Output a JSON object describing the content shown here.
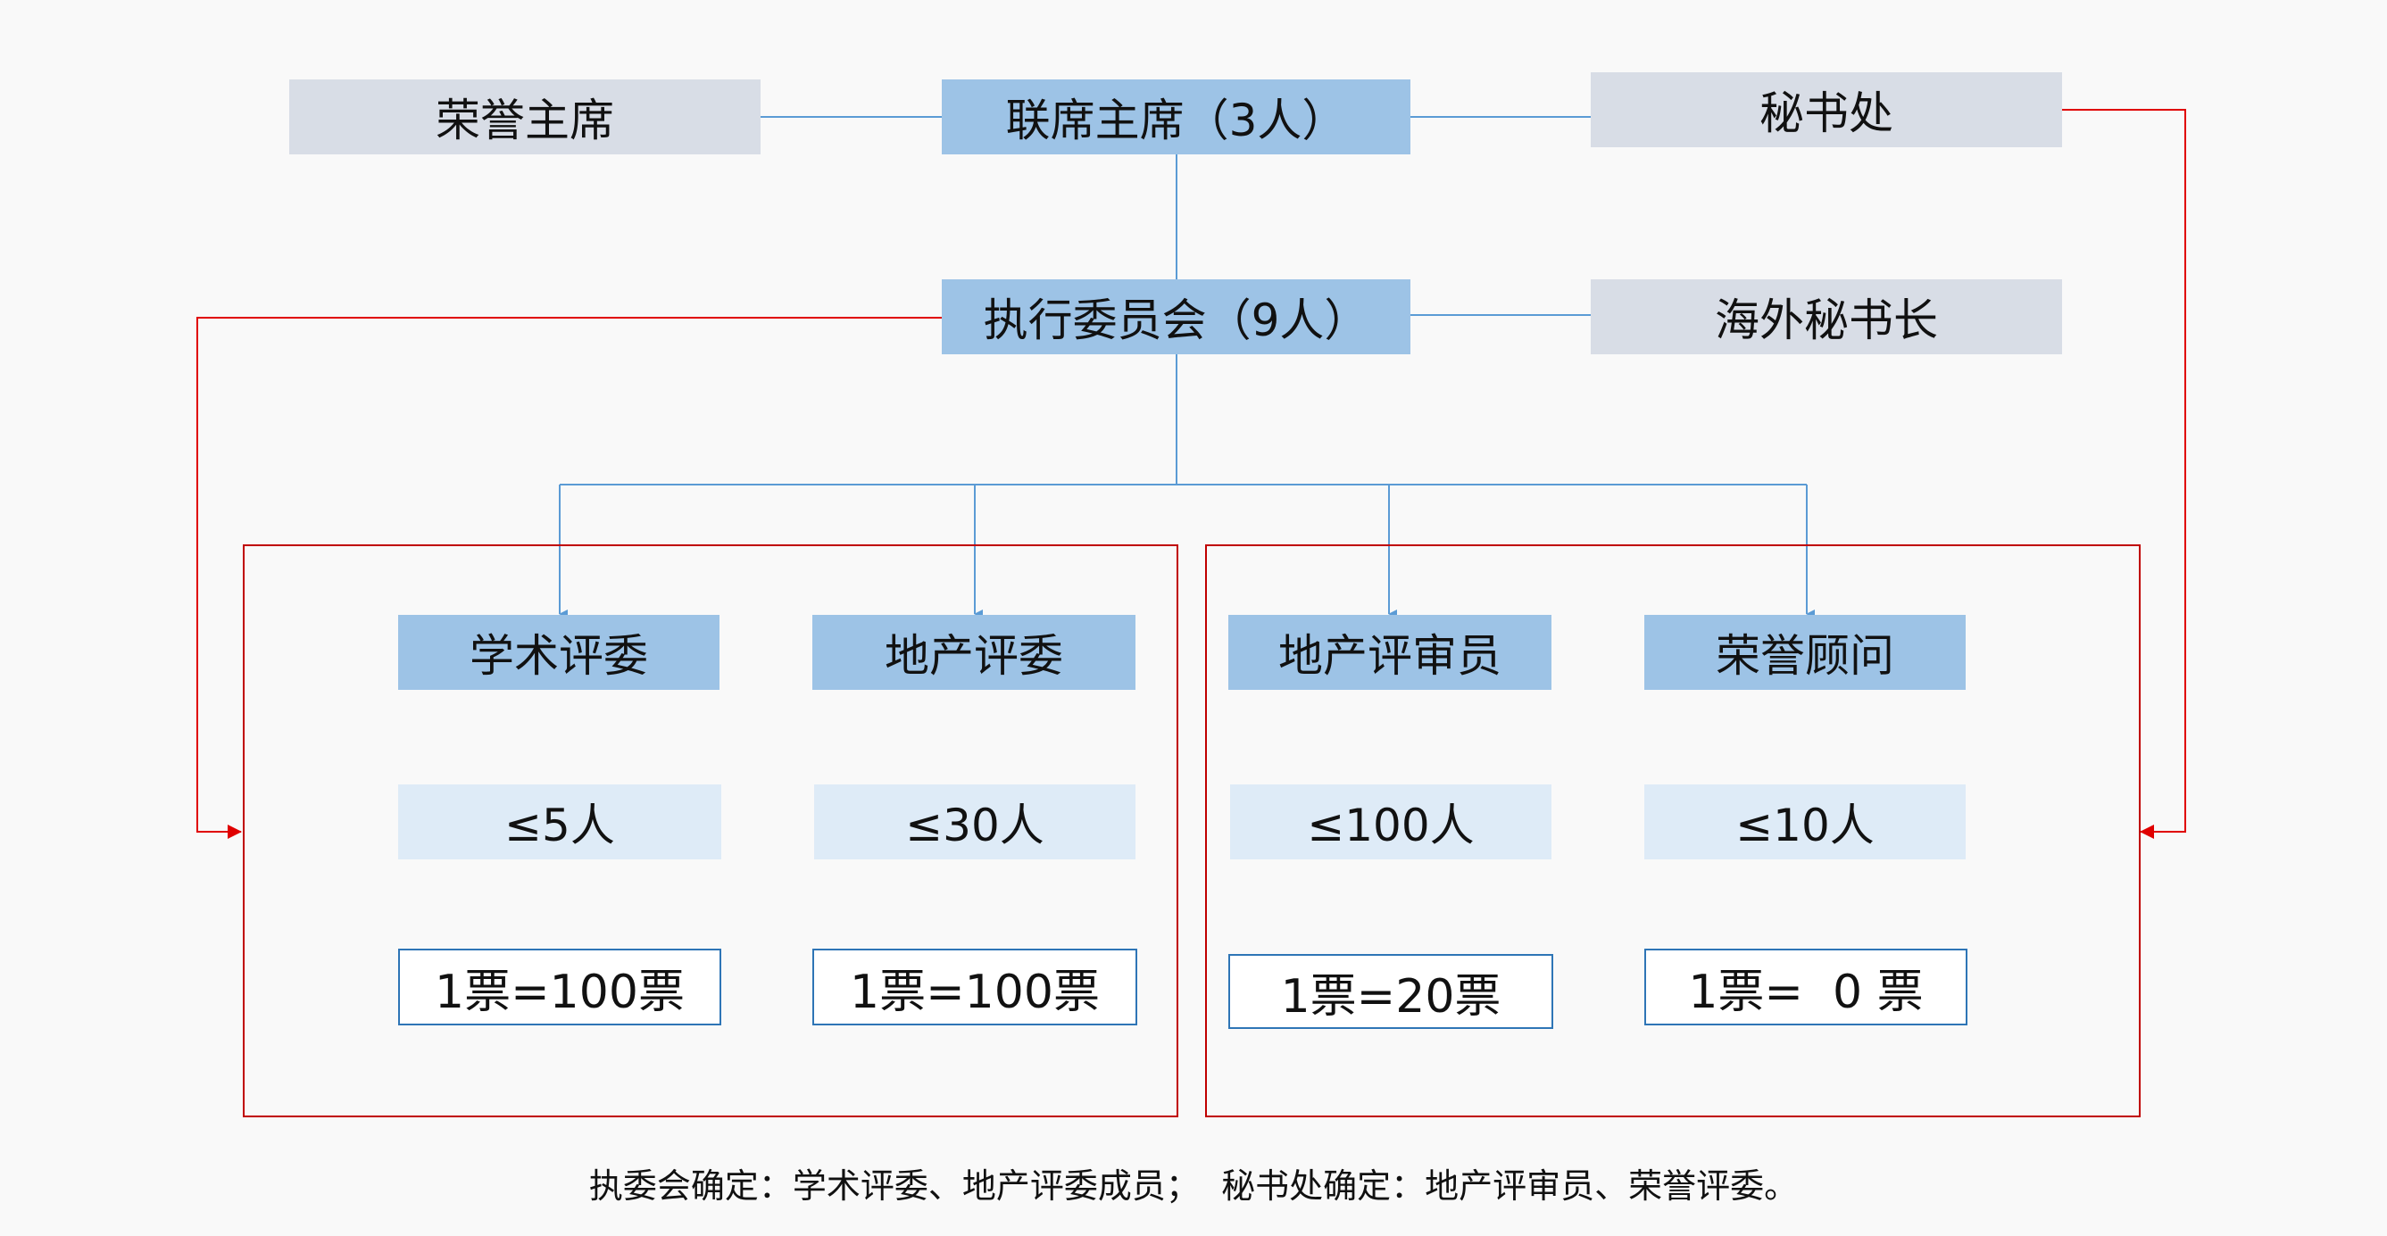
{
  "top_row": {
    "honorary_chair": "荣誉主席",
    "joint_chairs": "联席主席（3人）",
    "secretariat": "秘书处"
  },
  "second_row": {
    "executive_committee": "执行委员会（9人）",
    "overseas_secretary_general": "海外秘书长"
  },
  "groups": [
    {
      "title": "学术评委",
      "limit": "≤5人",
      "vote": "1票=100票"
    },
    {
      "title": "地产评委",
      "limit": "≤30人",
      "vote": "1票=100票"
    },
    {
      "title": "地产评审员",
      "limit": "≤100人",
      "vote": "1票=20票"
    },
    {
      "title": "荣誉顾问",
      "limit": "≤10人",
      "vote": "1票=  0 票"
    }
  ],
  "caption": "执委会确定：学术评委、地产评委成员；  秘书处确定：地产评审员、荣誉评委。",
  "colors": {
    "blue_box": "#9dc3e6",
    "gray_box": "#d8dde6",
    "light_box": "#deebf7",
    "blue_line": "#5b9bd5",
    "red_line": "#c00000"
  }
}
